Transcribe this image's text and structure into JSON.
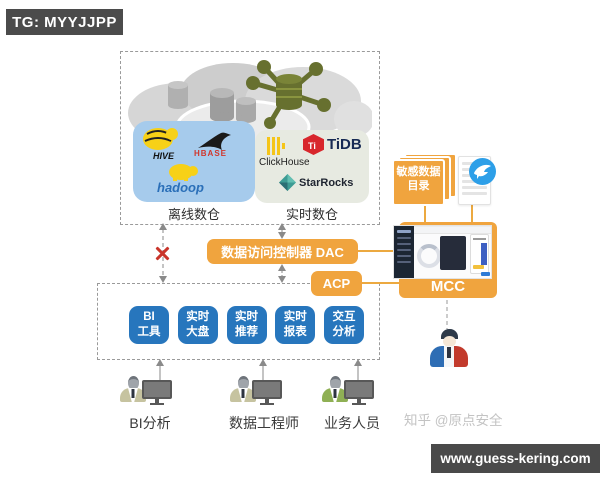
{
  "tag": {
    "label": "TG: MYYJJPP"
  },
  "warehouses": {
    "offline": {
      "label": "离线数仓",
      "logos": {
        "hive": "HIVE",
        "hbase": "HBASE",
        "hadoop": "hadoop"
      }
    },
    "realtime": {
      "label": "实时数仓",
      "logos": {
        "clickhouse": "ClickHouse",
        "tidb_icon": "Ti",
        "tidb": "TiDB",
        "starrocks": "StarRocks"
      }
    }
  },
  "controller": {
    "dac": "数据访问控制器 DAC",
    "acp": "ACP",
    "mcc": "MCC"
  },
  "catalog": {
    "label": "敏感数据\n目录"
  },
  "apps": [
    {
      "label": "BI\n工具"
    },
    {
      "label": "实时\n大盘"
    },
    {
      "label": "实时\n推荐"
    },
    {
      "label": "实时\n报表"
    },
    {
      "label": "交互\n分析"
    }
  ],
  "users": [
    {
      "label": "BI分析"
    },
    {
      "label": "数据工程师"
    },
    {
      "label": "业务人员"
    }
  ],
  "watermarks": {
    "zhihu": "知乎 @原点安全",
    "site": "www.guess-kering.com"
  },
  "colors": {
    "accent_orange": "#F0A43E",
    "app_blue": "#2776BD",
    "offline_blue": "#A6CBEC",
    "realtime_gray": "#E7EAE1",
    "alert_red": "#C9352B",
    "dingtalk_blue": "#2D9FE8",
    "tag_gray": "#4B4B4B"
  }
}
